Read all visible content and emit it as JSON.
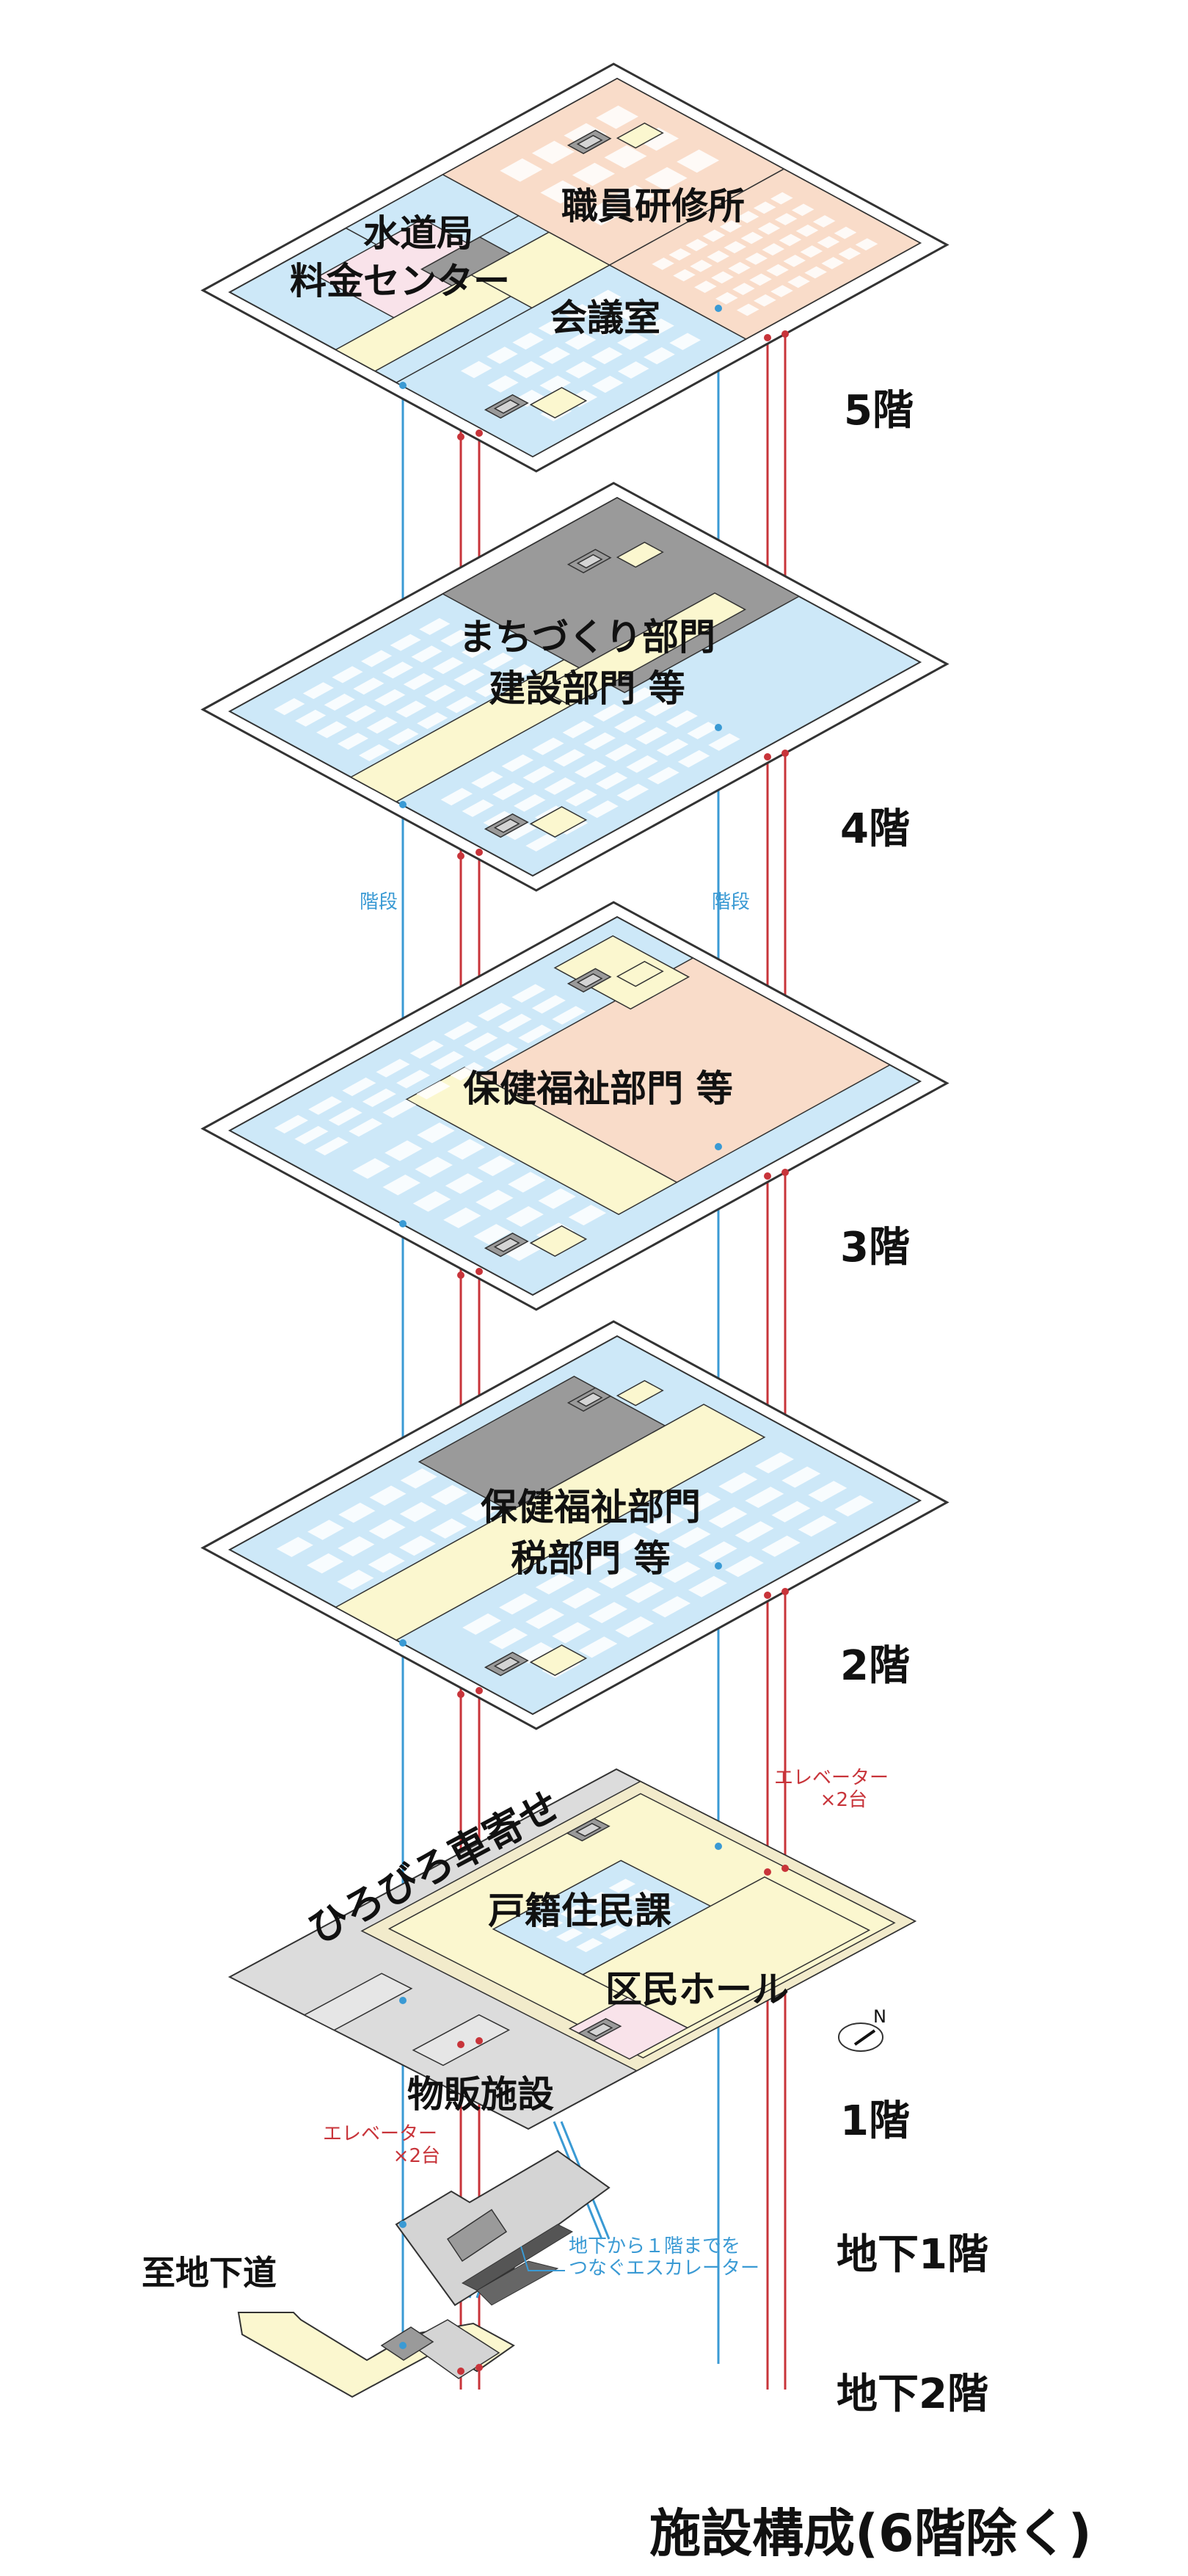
{
  "title": "施設構成(6階除く)",
  "colors": {
    "office_blue": "#cde8f8",
    "corridor_yellow": "#fbf7cf",
    "training_peach": "#f9dcc9",
    "water_pink": "#f9e3ea",
    "shop_pink": "#f9e3ea",
    "service_gray": "#9a9a9a",
    "dropoff_gray": "#dcdcdc",
    "floor1_beige": "#f2ebcb",
    "elevator_red": "#c8343a",
    "stairs_blue": "#3a9ad4"
  },
  "floors": [
    {
      "id": "5F",
      "label": "5階",
      "rooms": [
        {
          "name": "water-bureau",
          "lines": [
            "水道局",
            "料金センター"
          ]
        },
        {
          "name": "staff-training",
          "lines": [
            "職員研修所"
          ]
        },
        {
          "name": "meeting-room",
          "lines": [
            "会議室"
          ]
        }
      ]
    },
    {
      "id": "4F",
      "label": "4階",
      "rooms": [
        {
          "name": "urban-development",
          "lines": [
            "まちづくり部門",
            "建設部門 等"
          ]
        }
      ]
    },
    {
      "id": "3F",
      "label": "3階",
      "rooms": [
        {
          "name": "health-welfare",
          "lines": [
            "保健福祉部門 等"
          ]
        }
      ]
    },
    {
      "id": "2F",
      "label": "2階",
      "rooms": [
        {
          "name": "health-welfare-tax",
          "lines": [
            "保健福祉部門",
            "税部門 等"
          ]
        }
      ]
    },
    {
      "id": "1F",
      "label": "1階",
      "rooms": [
        {
          "name": "dropoff",
          "lines": [
            "ひろびろ車寄せ"
          ]
        },
        {
          "name": "family-registry",
          "lines": [
            "戸籍住民課"
          ]
        },
        {
          "name": "citizens-hall",
          "lines": [
            "区民ホール"
          ]
        },
        {
          "name": "retail",
          "lines": [
            "物販施設"
          ]
        }
      ]
    },
    {
      "id": "B1",
      "label": "地下1階",
      "rooms": []
    },
    {
      "id": "B2",
      "label": "地下2階",
      "rooms": [
        {
          "name": "to-underground-passage",
          "lines": [
            "至地下道"
          ]
        }
      ]
    }
  ],
  "annotations": {
    "stairs_left": "階段",
    "stairs_right": "階段",
    "elevator_upper": [
      "エレベーター",
      "×2台"
    ],
    "elevator_lower": [
      "エレベーター",
      "×2台"
    ],
    "escalator": [
      "地下から１階までを",
      "つなぐエスカレーター"
    ],
    "north": "N"
  }
}
